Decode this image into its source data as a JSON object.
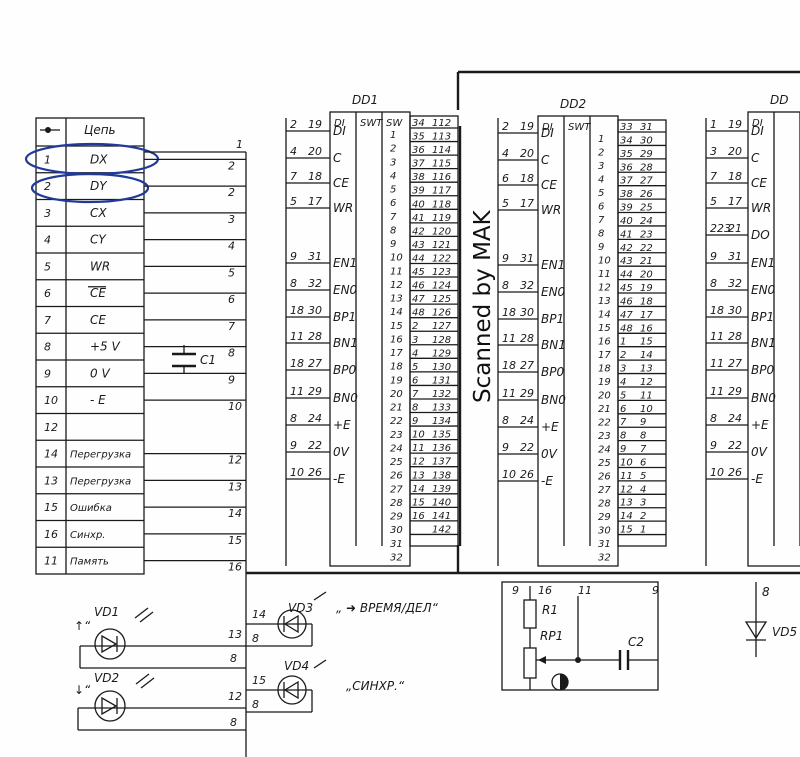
{
  "connector": {
    "header_label": "Цепь",
    "rows": [
      {
        "pin": "1",
        "signal": "DX",
        "wire": "2"
      },
      {
        "pin": "2",
        "signal": "DY",
        "wire": "2"
      },
      {
        "pin": "3",
        "signal": "CX",
        "wire": "3"
      },
      {
        "pin": "4",
        "signal": "CY",
        "wire": "4"
      },
      {
        "pin": "5",
        "signal": "WR",
        "wire": "5"
      },
      {
        "pin": "6",
        "signal": "CE",
        "wire": "6"
      },
      {
        "pin": "7",
        "signal": "CE",
        "wire": "7"
      },
      {
        "pin": "8",
        "signal": "+5 V",
        "wire": "8"
      },
      {
        "pin": "9",
        "signal": "0 V",
        "wire": "9"
      },
      {
        "pin": "10",
        "signal": "- E",
        "wire": "10"
      },
      {
        "pin": "12",
        "signal": "",
        "wire": ""
      },
      {
        "pin": "14",
        "signal": "Перегрузка",
        "wire": "12"
      },
      {
        "pin": "13",
        "signal": "Перегрузка",
        "wire": "13"
      },
      {
        "pin": "15",
        "signal": "Ошибка",
        "wire": "14"
      },
      {
        "pin": "16",
        "signal": "Синхр.",
        "wire": "15"
      },
      {
        "pin": "11",
        "signal": "Память",
        "wire": "16"
      }
    ],
    "top_wire": "1"
  },
  "capacitor_c1": "C1",
  "chips": [
    {
      "name": "DD1",
      "cols": [
        "DI",
        "SWT",
        "SW"
      ],
      "left_pins": [
        {
          "a": "2",
          "b": "19",
          "sig": "DI"
        },
        {
          "a": "4",
          "b": "20",
          "sig": "C"
        },
        {
          "a": "7",
          "b": "18",
          "sig": "CE"
        },
        {
          "a": "5",
          "b": "17",
          "sig": "WR"
        },
        {
          "a": "9",
          "b": "31",
          "sig": "EN1"
        },
        {
          "a": "8",
          "b": "32",
          "sig": "EN0"
        },
        {
          "a": "18",
          "b": "30",
          "sig": "BP1"
        },
        {
          "a": "11",
          "b": "28",
          "sig": "BN1"
        },
        {
          "a": "18",
          "b": "27",
          "sig": "BP0"
        },
        {
          "a": "11",
          "b": "29",
          "sig": "BN0"
        },
        {
          "a": "8",
          "b": "24",
          "sig": "+E"
        },
        {
          "a": "9",
          "b": "22",
          "sig": "0V"
        },
        {
          "a": "10",
          "b": "26",
          "sig": "-E"
        }
      ],
      "outs": [
        "1",
        "2",
        "3",
        "4",
        "5",
        "6",
        "7",
        "8",
        "9",
        "10",
        "11",
        "12",
        "13",
        "14",
        "15",
        "16",
        "17",
        "18",
        "19",
        "20",
        "21",
        "22",
        "23",
        "24",
        "25",
        "26",
        "27",
        "28",
        "29",
        "30",
        "31",
        "32"
      ],
      "right_a": [
        "34",
        "35",
        "36",
        "37",
        "38",
        "39",
        "40",
        "41",
        "42",
        "43",
        "44",
        "45",
        "46",
        "47",
        "48",
        "2",
        "3",
        "4",
        "5",
        "6",
        "7",
        "8",
        "9",
        "10",
        "11",
        "12",
        "13",
        "14",
        "15",
        "16"
      ],
      "right_b": [
        "112",
        "113",
        "114",
        "115",
        "116",
        "117",
        "118",
        "119",
        "120",
        "121",
        "122",
        "123",
        "124",
        "125",
        "126",
        "127",
        "128",
        "129",
        "130",
        "131",
        "132",
        "133",
        "134",
        "135",
        "136",
        "137",
        "138",
        "139",
        "140",
        "141",
        "142"
      ]
    },
    {
      "name": "DD2",
      "cols": [
        "DI",
        "SWT",
        ""
      ],
      "left_pins": [
        {
          "a": "2",
          "b": "19",
          "sig": "DI"
        },
        {
          "a": "4",
          "b": "20",
          "sig": "C"
        },
        {
          "a": "6",
          "b": "18",
          "sig": "CE"
        },
        {
          "a": "5",
          "b": "17",
          "sig": "WR"
        },
        {
          "a": "9",
          "b": "31",
          "sig": "EN1"
        },
        {
          "a": "8",
          "b": "32",
          "sig": "EN0"
        },
        {
          "a": "18",
          "b": "30",
          "sig": "BP1"
        },
        {
          "a": "11",
          "b": "28",
          "sig": "BN1"
        },
        {
          "a": "18",
          "b": "27",
          "sig": "BP0"
        },
        {
          "a": "11",
          "b": "29",
          "sig": "BN0"
        },
        {
          "a": "8",
          "b": "24",
          "sig": "+E"
        },
        {
          "a": "9",
          "b": "22",
          "sig": "0V"
        },
        {
          "a": "10",
          "b": "26",
          "sig": "-E"
        }
      ],
      "outs": [
        "1",
        "2",
        "3",
        "4",
        "5",
        "6",
        "7",
        "8",
        "9",
        "10",
        "11",
        "12",
        "13",
        "14",
        "15",
        "16",
        "17",
        "18",
        "19",
        "20",
        "21",
        "22",
        "23",
        "24",
        "25",
        "26",
        "27",
        "28",
        "29",
        "30",
        "31",
        "32"
      ],
      "right_a": [
        "33",
        "34",
        "35",
        "36",
        "37",
        "38",
        "39",
        "40",
        "41",
        "42",
        "43",
        "44",
        "45",
        "46",
        "47",
        "48",
        "1",
        "2",
        "3",
        "4",
        "5",
        "6",
        "7",
        "8",
        "9",
        "10",
        "11",
        "12",
        "13",
        "14",
        "15"
      ],
      "right_b": [
        "31",
        "30",
        "29",
        "28",
        "27",
        "26",
        "25",
        "24",
        "23",
        "22",
        "21",
        "20",
        "19",
        "18",
        "17",
        "16",
        "15",
        "14",
        "13",
        "12",
        "11",
        "10",
        "9",
        "8",
        "7",
        "6",
        "5",
        "4",
        "3",
        "2",
        "1"
      ]
    },
    {
      "name": "DD",
      "cols": [
        "DI",
        "",
        ""
      ],
      "left_pins": [
        {
          "a": "1",
          "b": "19",
          "sig": "DI"
        },
        {
          "a": "3",
          "b": "20",
          "sig": "C"
        },
        {
          "a": "7",
          "b": "18",
          "sig": "CE"
        },
        {
          "a": "5",
          "b": "17",
          "sig": "WR"
        },
        {
          "a": "223",
          "b": "21",
          "sig": "DO"
        },
        {
          "a": "9",
          "b": "31",
          "sig": "EN1"
        },
        {
          "a": "8",
          "b": "32",
          "sig": "EN0"
        },
        {
          "a": "18",
          "b": "30",
          "sig": "BP1"
        },
        {
          "a": "11",
          "b": "28",
          "sig": "BN1"
        },
        {
          "a": "11",
          "b": "27",
          "sig": "BP0"
        },
        {
          "a": "11",
          "b": "29",
          "sig": "BN0"
        },
        {
          "a": "8",
          "b": "24",
          "sig": "+E"
        },
        {
          "a": "9",
          "b": "22",
          "sig": "0V"
        },
        {
          "a": "10",
          "b": "26",
          "sig": "-E"
        }
      ]
    }
  ],
  "stamp": "Scanned by MAK",
  "leds": [
    {
      "name": "VD1",
      "mark": "↑“",
      "pin_top": "13",
      "pin_bottom": "8"
    },
    {
      "name": "VD2",
      "mark": "↓“",
      "pin_top": "12",
      "pin_bottom": "8"
    },
    {
      "name": "VD3",
      "label": "„ ➜ ВРЕМЯ/ДЕЛ“",
      "pin_top": "14",
      "pin_bottom": "8"
    },
    {
      "name": "VD4",
      "label": "„СИНХР.“",
      "pin_top": "15",
      "pin_bottom": "8"
    },
    {
      "name": "VD5",
      "pin_top": "8"
    }
  ],
  "pot": {
    "r": "R1",
    "rp": "RP1",
    "c": "C2",
    "pins": [
      "9",
      "16",
      "11",
      "9"
    ]
  }
}
